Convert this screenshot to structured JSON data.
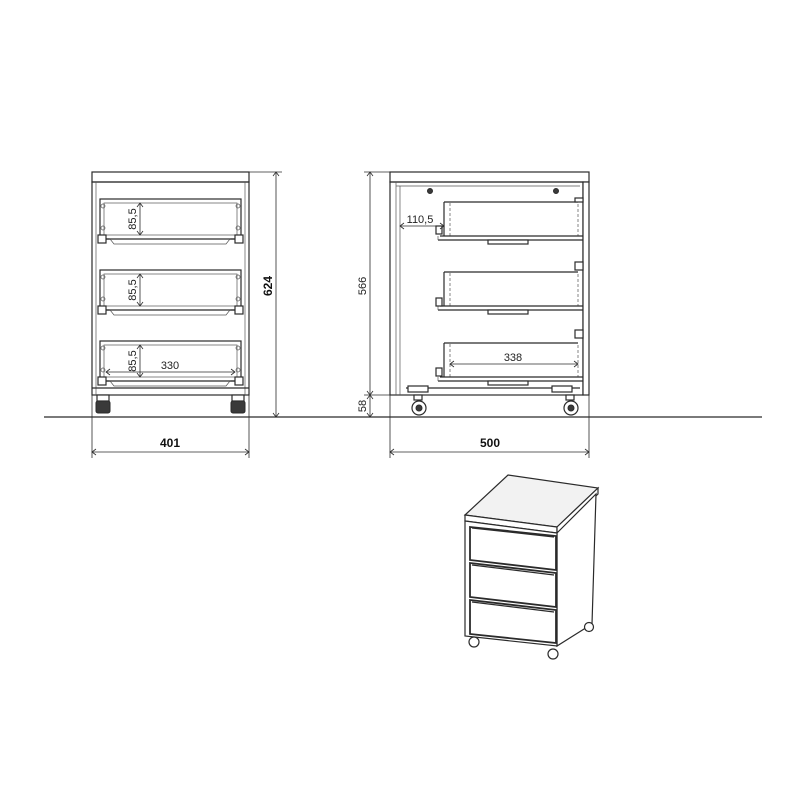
{
  "dimensions": {
    "front_width": "401",
    "front_height": "624",
    "drawer_height_1": "85,5",
    "drawer_height_2": "85,5",
    "drawer_height_3": "85,5",
    "drawer_inner_width": "330",
    "side_depth": "500",
    "side_body_height": "566",
    "side_base_height": "58",
    "drawer_setback": "110,5",
    "drawer_inner_depth": "338"
  },
  "colors": {
    "line": "#2b2b2b",
    "top_fill": "#f2f2f2"
  }
}
